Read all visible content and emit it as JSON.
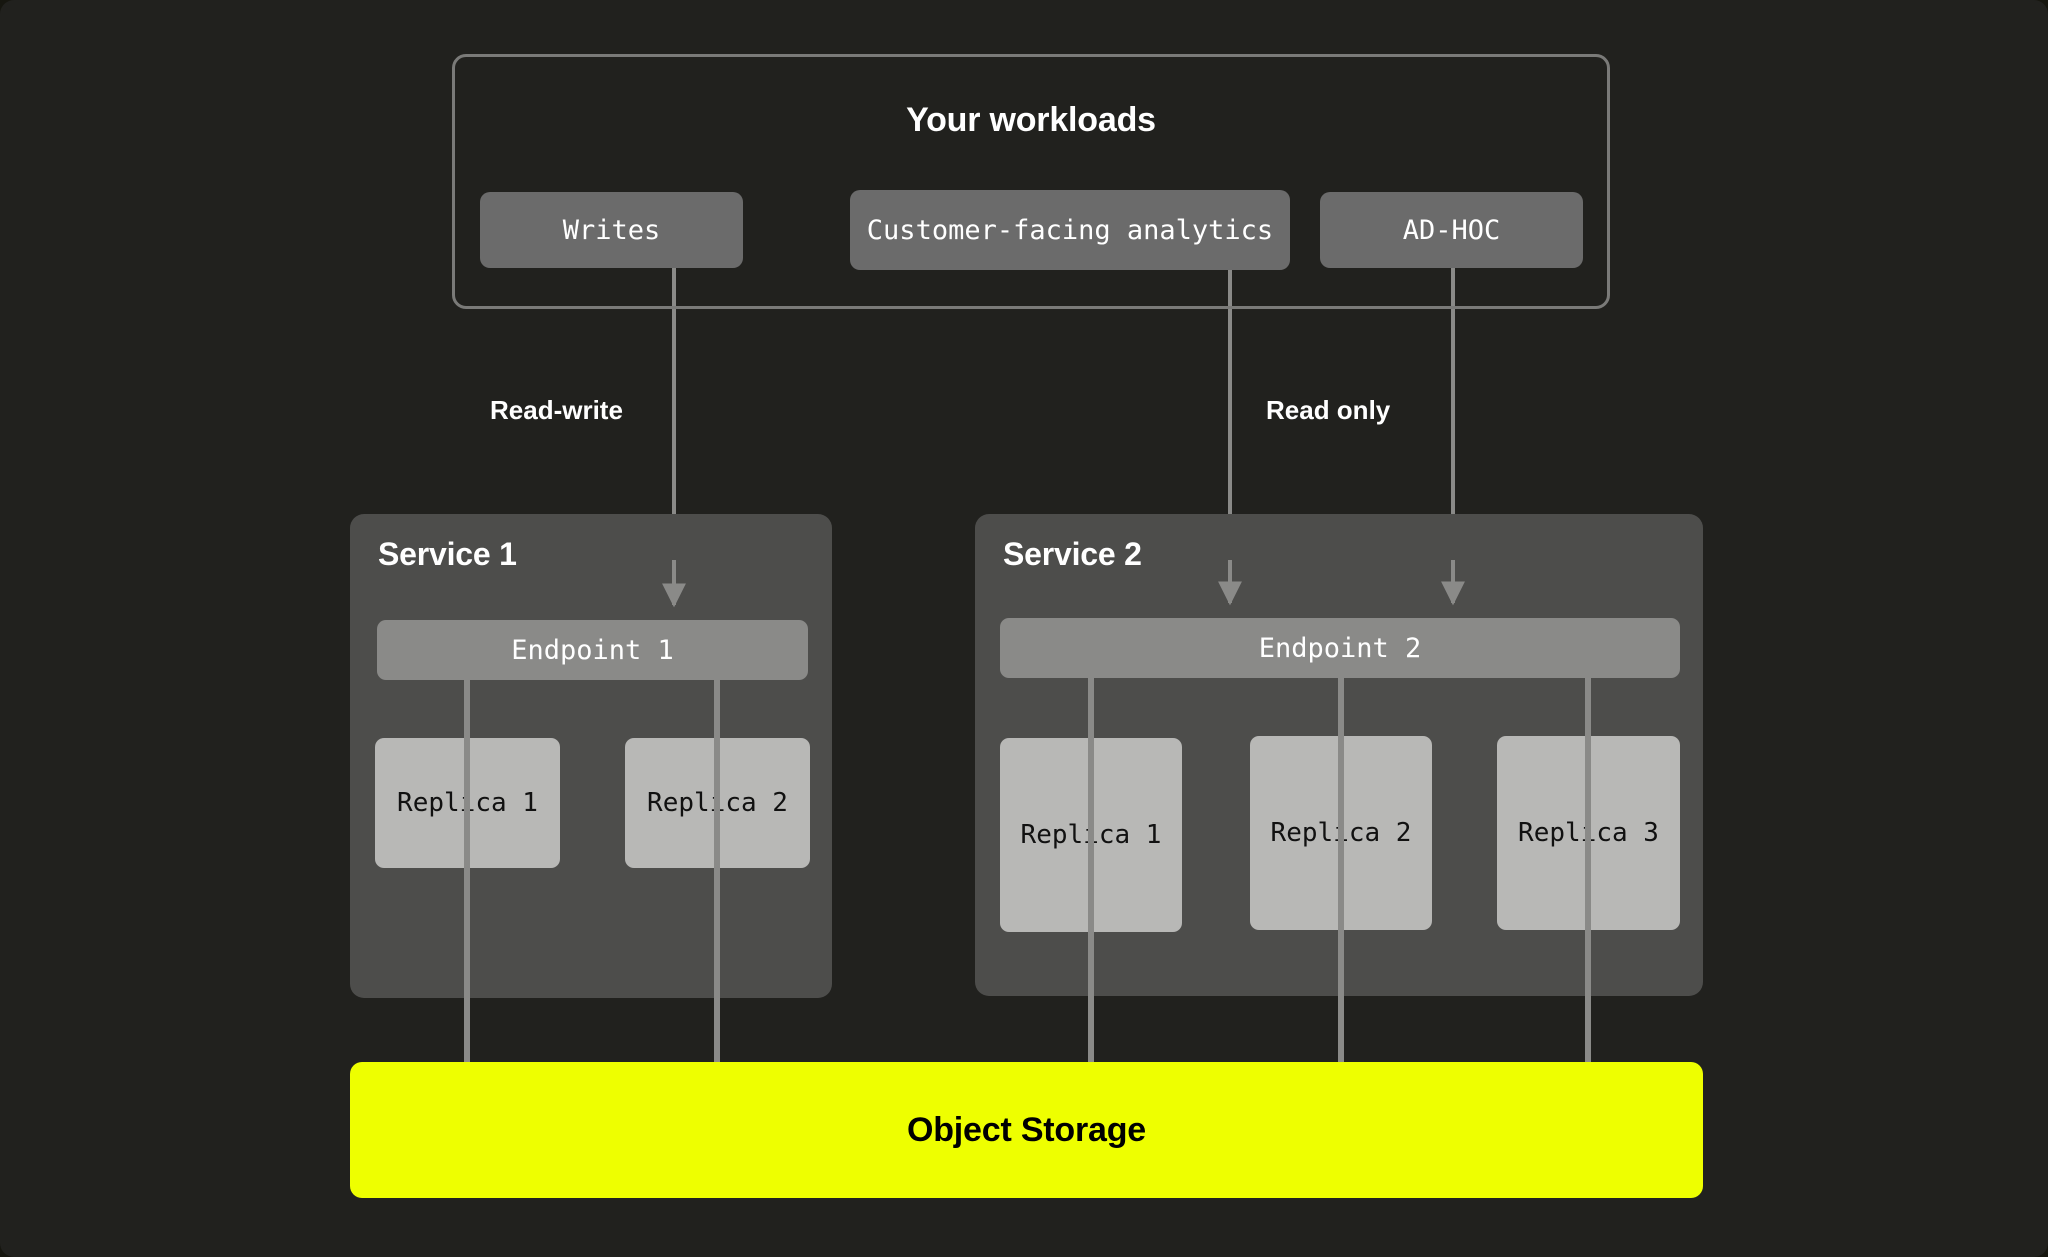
{
  "diagram": {
    "background_color": "#21211e",
    "workloads": {
      "title": "Your workloads",
      "frame_color": "#7a7a78",
      "chips": [
        {
          "label": "Writes",
          "color": "#6b6b6b"
        },
        {
          "label": "Customer-facing analytics",
          "color": "#6b6b6b"
        },
        {
          "label": "AD-HOC",
          "color": "#6b6b6b"
        }
      ]
    },
    "edge_labels": {
      "read_write": "Read-write",
      "read_only": "Read only"
    },
    "services": [
      {
        "title": "Service 1",
        "color": "#4d4d4b",
        "endpoint": {
          "label": "Endpoint 1",
          "color": "#8a8a88"
        },
        "replicas": [
          {
            "label": "Replica 1",
            "color": "#b8b8b6"
          },
          {
            "label": "Replica 2",
            "color": "#b8b8b6"
          }
        ]
      },
      {
        "title": "Service 2",
        "color": "#4d4d4b",
        "endpoint": {
          "label": "Endpoint 2",
          "color": "#8a8a88"
        },
        "replicas": [
          {
            "label": "Replica 1",
            "color": "#b8b8b6"
          },
          {
            "label": "Replica 2",
            "color": "#b8b8b6"
          },
          {
            "label": "Replica 3",
            "color": "#b8b8b6"
          }
        ]
      }
    ],
    "storage": {
      "label": "Object Storage",
      "color": "#eeff00",
      "text_color": "#000000"
    },
    "connector_color": "#8a8a88"
  }
}
